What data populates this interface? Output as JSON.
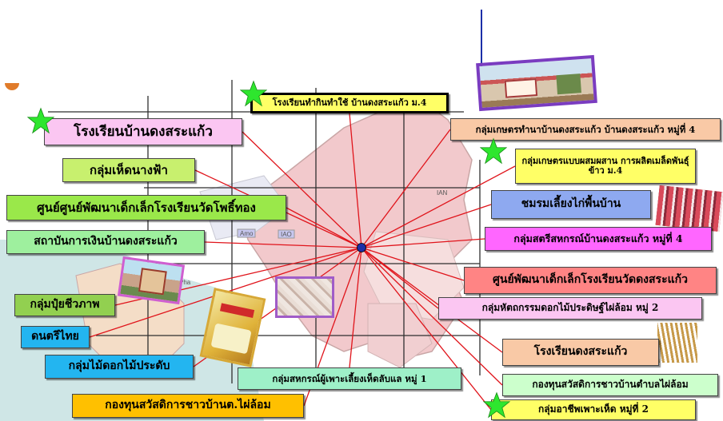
{
  "colors": {
    "land": "#f2c9cc",
    "land_edge": "#c9a6a6",
    "water": "#cfe6e6",
    "grid": "#2f2f2f",
    "connector": "#e0141b",
    "hub": "#1c2fa8",
    "star": "#2ee62e"
  },
  "hub": {
    "name": "central-point"
  },
  "labels": [
    {
      "id": "label-school-dongsakaew",
      "text": "โรงเรียนบ้านดงสระแก้ว",
      "bg": "#fbc6f2"
    },
    {
      "id": "label-mushroom-group",
      "text": "กลุ่มเห็ดนางฟ้า",
      "bg": "#c8f06e"
    },
    {
      "id": "label-childcare-wat-phothong",
      "text": "ศูนย์ศูนย์พัฒนาเด็กเล็กโรงเรียนวัดโพธิ์ทอง",
      "bg": "#9ae84a"
    },
    {
      "id": "label-financial-institution",
      "text": "สถาบันการเงินบ้านดงสระแก้ว",
      "bg": "#9ef09e"
    },
    {
      "id": "label-bio-fertilizer",
      "text": "กลุ่มปุ๋ยชีวภาพ",
      "bg": "#92d050"
    },
    {
      "id": "label-thai-music",
      "text": "ดนตรีไทย",
      "bg": "#23b5f0"
    },
    {
      "id": "label-ornamental-flower",
      "text": "กลุ่มไม้ดอกไม้ประดับ",
      "bg": "#23b5f0"
    },
    {
      "id": "label-welfare-fund-tambon",
      "text": "กองทุนสวัสดิการชาวบ้านต.ไผ่ล้อม",
      "bg": "#ffc000"
    },
    {
      "id": "label-school-farming",
      "text": "โรงเรียนทำกินทำใช้ บ้านดงสระแก้ว ม.4",
      "bg": "#ffff66"
    },
    {
      "id": "label-farmer-group-moo4",
      "text": "กลุ่มเกษตรทำนาบ้านดงสระแก้ว บ้านดงสระแก้ว หมู่ที่ 4",
      "bg": "#f9c9a6"
    },
    {
      "id": "label-mixed-farming",
      "text": "กลุ่มเกษตรแบบผสมผสาน การผลิตเมล็ดพันธุ์ข้าว  ม.4",
      "bg": "#ffff66"
    },
    {
      "id": "label-native-chicken",
      "text": "ชมรมเลี้ยงไก่พื้นบ้าน",
      "bg": "#8ea9f0"
    },
    {
      "id": "label-women-coop",
      "text": "กลุ่มสตรีสหกรณ์บ้านดงสระแก้ว หมู่ที่ 4",
      "bg": "#ff66ff"
    },
    {
      "id": "label-childcare-wat-dongsakaew",
      "text": "ศูนย์พัฒนาเด็กเล็กโรงเรียนวัดดงสระแก้ว",
      "bg": "#ff8484"
    },
    {
      "id": "label-handicraft-flowers",
      "text": "กลุ่มหัตถกรรมดอกไม้ประดิษฐ์ไผ่ล้อม หมู่ 2",
      "bg": "#fbc6f2"
    },
    {
      "id": "label-mushroom-coop",
      "text": "กลุ่มสหกรณ์ผู้เพาะเลี้ยงเห็ดลับแล  หมู่ 1",
      "bg": "#9ef0c8"
    },
    {
      "id": "label-school-dongsakaew-2",
      "text": "โรงเรียนดงสระแก้ว",
      "bg": "#f9c9a6"
    },
    {
      "id": "label-welfare-fund-village",
      "text": "กองทุนสวัสดิการชาวบ้านตำบลไผ่ล้อม",
      "bg": "#ccffcc"
    },
    {
      "id": "label-mushroom-career",
      "text": "กลุ่มอาชีพเพาะเห็ด หมู่ที่ 2",
      "bg": "#ffff66"
    }
  ],
  "photos": [
    {
      "id": "photo-building",
      "icon": "building-photo"
    },
    {
      "id": "photo-shrine",
      "icon": "shrine-photo"
    },
    {
      "id": "photo-rice-bag",
      "icon": "rice-bag-photo"
    },
    {
      "id": "photo-dried-flowers",
      "icon": "dried-flowers-photo"
    },
    {
      "id": "photo-fabric",
      "icon": "fabric-photo"
    },
    {
      "id": "photo-rice-stalks",
      "icon": "rice-stalk-photo"
    }
  ],
  "map_tags": [
    "Amo",
    "IAO",
    "IAN",
    "Pha"
  ]
}
